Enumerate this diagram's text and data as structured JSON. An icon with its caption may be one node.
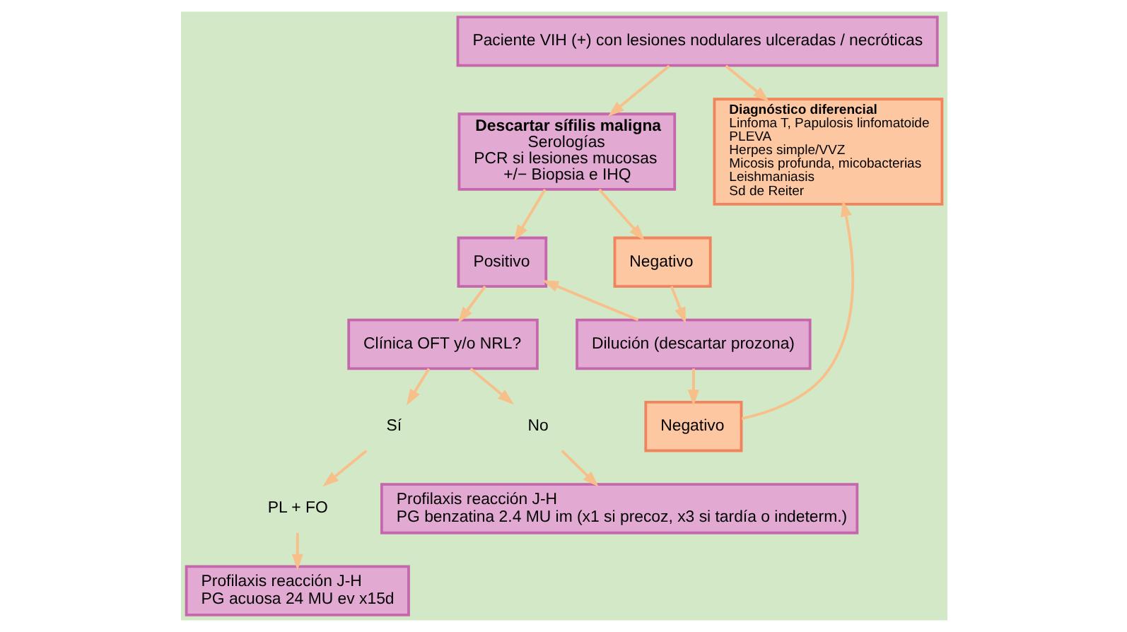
{
  "diagram": {
    "nodes": [
      {
        "text": [
          "Paciente VIH (+) con lesiones nodulares ulceradas / necróticas"
        ]
      },
      {
        "text": [
          "Descartar sífilis maligna",
          "Serologías",
          "PCR si lesiones mucosas",
          "+/− Biopsia e IHQ"
        ]
      },
      {
        "text": [
          "Diagnóstico diferencial",
          "Linfoma T, Papulosis linfomatoide",
          "PLEVA",
          "Herpes simple/VVZ",
          "Micosis profunda, micobacterias",
          "Leishmaniasis",
          "Sd de Reiter"
        ]
      },
      {
        "text": [
          "Positivo"
        ]
      },
      {
        "text": [
          "Negativo"
        ]
      },
      {
        "text": [
          "Clínica OFT y/o NRL?"
        ]
      },
      {
        "text": [
          "Dilución (descartar prozona)"
        ]
      },
      {
        "text": [
          "Negativo"
        ]
      },
      {
        "text": [
          "Sí"
        ]
      },
      {
        "text": [
          "No"
        ]
      },
      {
        "text": [
          "PL + FO"
        ]
      },
      {
        "text": [
          "Profilaxis reacción J-H",
          "PG acuosa 24 MU ev x15d"
        ]
      },
      {
        "text": [
          "Profilaxis reacción J-H",
          "PG benzatina 2.4 MU im (x1 si precoz, x3 si tardía o indeterm.)"
        ]
      }
    ],
    "edges": [
      {
        "from": 0,
        "to": 1,
        "arrow": "to"
      },
      {
        "from": 0,
        "to": 2,
        "arrow": "to"
      },
      {
        "from": 1,
        "to": 3,
        "arrow": "to"
      },
      {
        "from": 1,
        "to": 4,
        "arrow": "to"
      },
      {
        "from": 3,
        "to": 5,
        "arrow": "to"
      },
      {
        "from": 4,
        "to": 6,
        "arrow": "to"
      },
      {
        "from": 6,
        "to": 3,
        "arrow": "to"
      },
      {
        "from": 6,
        "to": 7,
        "arrow": "to"
      },
      {
        "from": 7,
        "to": 2,
        "arrow": "to"
      },
      {
        "from": 5,
        "to": 8,
        "arrow": "to"
      },
      {
        "from": 5,
        "to": 9,
        "arrow": "to"
      },
      {
        "from": 8,
        "to": 10,
        "arrow": "to"
      },
      {
        "from": 10,
        "to": 11,
        "arrow": "to"
      },
      {
        "from": 9,
        "to": 12,
        "arrow": "to"
      }
    ]
  }
}
